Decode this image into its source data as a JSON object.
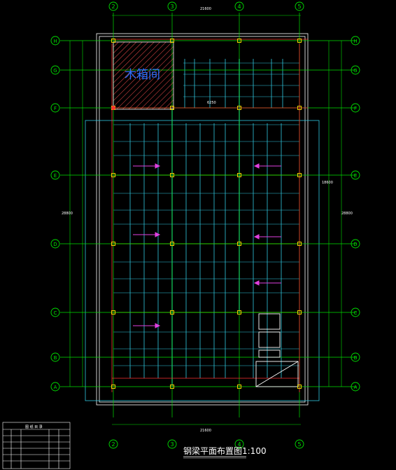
{
  "drawing": {
    "title": "钢梁平面布置图1:100",
    "room_label": "木箱间",
    "colors": {
      "background": "#000000",
      "axis_green": "#00e000",
      "beam_cyan": "#30c8e0",
      "wall_white": "#ffffff",
      "red_line": "#ff3030",
      "magenta": "#e040e0",
      "yellow": "#f0e000",
      "hatch": "#ff5050"
    }
  },
  "axes": {
    "columns": [
      "2",
      "3",
      "4",
      "5"
    ],
    "rows": [
      "H",
      "G",
      "F",
      "E",
      "D",
      "C",
      "B",
      "A"
    ]
  },
  "dimensions": {
    "top_total": "21600",
    "bottom_total": "21600",
    "left_total": "28800",
    "right_total": "28800",
    "right_partial": "18600",
    "mid_beam": "6250"
  },
  "table": {
    "title": "图 纸 目 录"
  }
}
